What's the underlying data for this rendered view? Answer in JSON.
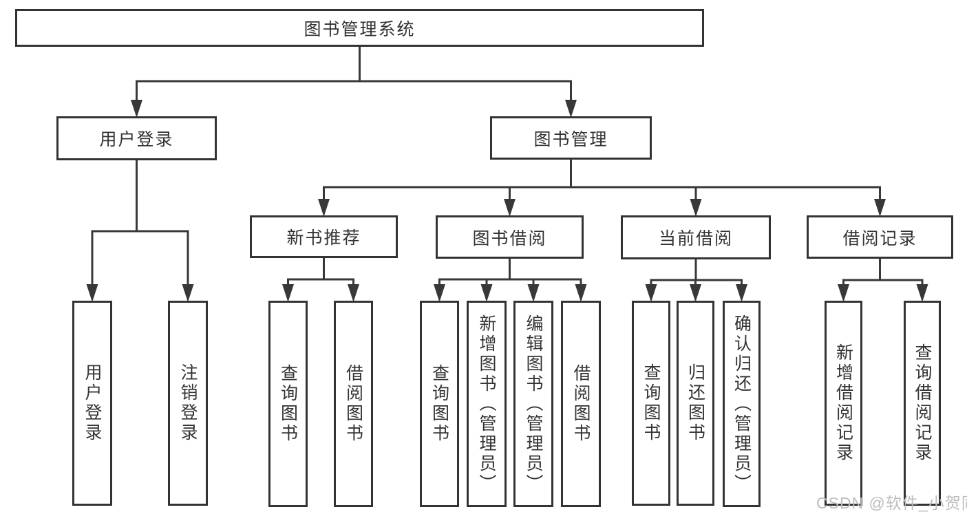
{
  "diagram": {
    "root": {
      "label": "图书管理系统",
      "children": [
        {
          "label": "用户登录",
          "children": [
            {
              "label": "用户登录"
            },
            {
              "label": "注销登录"
            }
          ]
        },
        {
          "label": "图书管理",
          "children": [
            {
              "label": "新书推荐",
              "children": [
                {
                  "label": "查询图书"
                },
                {
                  "label": "借阅图书"
                }
              ]
            },
            {
              "label": "图书借阅",
              "children": [
                {
                  "label": "查询图书"
                },
                {
                  "label": "新增图书（管理员）"
                },
                {
                  "label": "编辑图书（管理员）"
                },
                {
                  "label": "借阅图书"
                }
              ]
            },
            {
              "label": "当前借阅",
              "children": [
                {
                  "label": "查询图书"
                },
                {
                  "label": "归还图书"
                },
                {
                  "label": "确认归还（管理员）"
                }
              ]
            },
            {
              "label": "借阅记录",
              "children": [
                {
                  "label": "新增借阅记录"
                },
                {
                  "label": "查询借阅记录"
                }
              ]
            }
          ]
        }
      ]
    },
    "watermark": "CSDN @软件_小贺同学",
    "colors": {
      "line": "#383838",
      "border": "#333333",
      "text": "#333333",
      "watermark": "#bdbdbd",
      "background": "#ffffff"
    }
  }
}
